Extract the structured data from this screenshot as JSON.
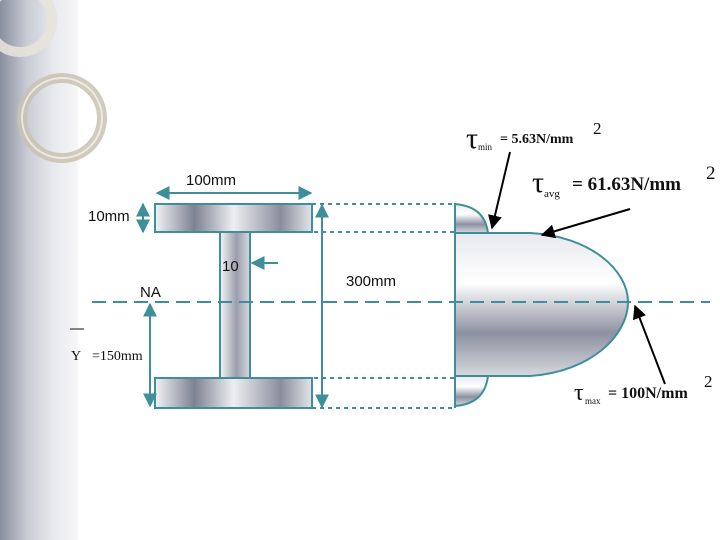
{
  "labels": {
    "width": "100mm",
    "thickness": "10mm",
    "web": "10",
    "neutral_axis": "NA",
    "depth": "300mm",
    "ybar_symbol": "Y",
    "ybar_value": "=150mm"
  },
  "stresses": {
    "min": {
      "symbol": "τ",
      "sub": "min",
      "value": "= 5.63N/mm",
      "sup": "2"
    },
    "avg": {
      "symbol": "τ",
      "sub": "avg",
      "value": "= 61.63N/mm",
      "sup": "2"
    },
    "max": {
      "symbol": "τ",
      "sub": "max",
      "value": "= 100N/mm",
      "sup": "2"
    }
  },
  "colors": {
    "outline": "#3f8f9a",
    "metal_dark": "#6b7080",
    "metal_light": "#f2f2f5",
    "axis": "#3f8f9a"
  }
}
